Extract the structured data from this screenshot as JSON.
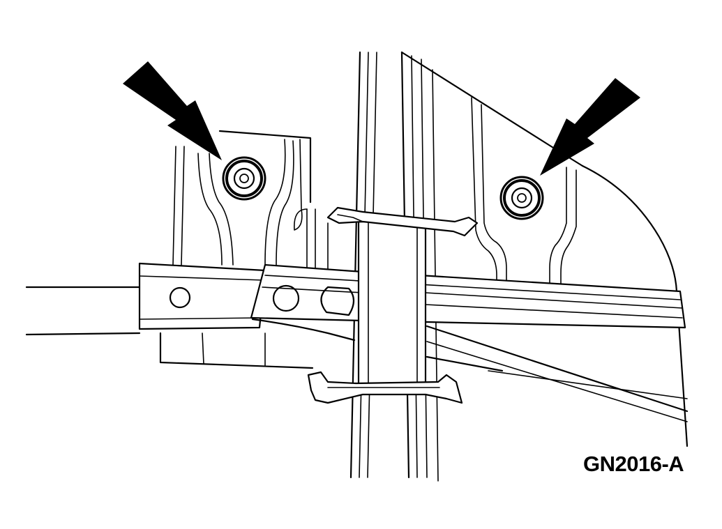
{
  "figure": {
    "id_label": "GN2016-A",
    "line_color": "#000000",
    "background_color": "#ffffff"
  },
  "callouts": [
    {
      "name": "left-fastener-arrow",
      "icon": "arrow-icon"
    },
    {
      "name": "right-fastener-arrow",
      "icon": "arrow-icon"
    }
  ]
}
